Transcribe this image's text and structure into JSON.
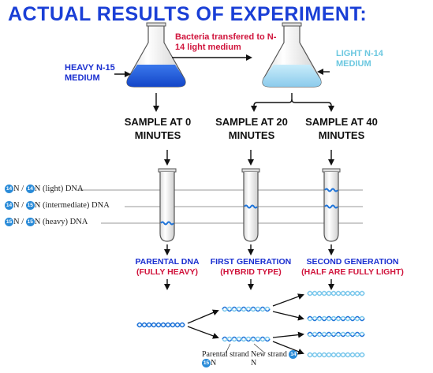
{
  "title": "ACTUAL RESULTS OF EXPERIMENT:",
  "transfer_note": "Bacteria transfered to N-14 light medium",
  "heavy_medium": "HEAVY N-15 MEDIUM",
  "light_medium": "LIGHT N-14 MEDIUM",
  "samples": [
    {
      "label": "SAMPLE AT 0 MINUTES"
    },
    {
      "label": "SAMPLE AT 20 MINUTES"
    },
    {
      "label": "SAMPLE AT 40 MINUTES"
    }
  ],
  "density_rows": [
    {
      "iso1": "14",
      "iso2": "14",
      "label": "N (light) DNA"
    },
    {
      "iso1": "14",
      "iso2": "15",
      "label": "N (intermediate) DNA"
    },
    {
      "iso1": "15",
      "iso2": "15",
      "label": "N (heavy) DNA"
    }
  ],
  "generations": [
    {
      "name": "PARENTAL DNA",
      "note": "(FULLY HEAVY)"
    },
    {
      "name": "FIRST GENERATION",
      "note": "(HYBRID TYPE)"
    },
    {
      "name": "SECOND GENERATION",
      "note": "(HALF ARE FULLY LIGHT)"
    }
  ],
  "strand_labels": {
    "parental": "Parental strand",
    "parental_iso": "15",
    "new": "New strand",
    "new_iso": "14",
    "element": "N"
  },
  "colors": {
    "title": "#1a3fd6",
    "heavy_liquid": "#1a55d8",
    "light_liquid": "#a8d8f0",
    "label_blue": "#1a2fd0",
    "label_red": "#d0143c",
    "label_cyan": "#6cc8e0",
    "dna_blue": "#1e73d8"
  }
}
